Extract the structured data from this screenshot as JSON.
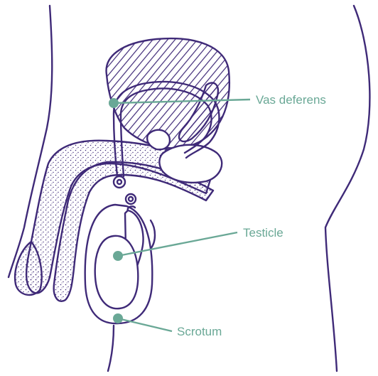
{
  "colors": {
    "outline": "#3f2a78",
    "label": "#6aa896",
    "leader": "#6aa896",
    "background": "#ffffff"
  },
  "labels": {
    "vas_deferens": "Vas deferens",
    "testicle": "Testicle",
    "scrotum": "Scrotum"
  }
}
